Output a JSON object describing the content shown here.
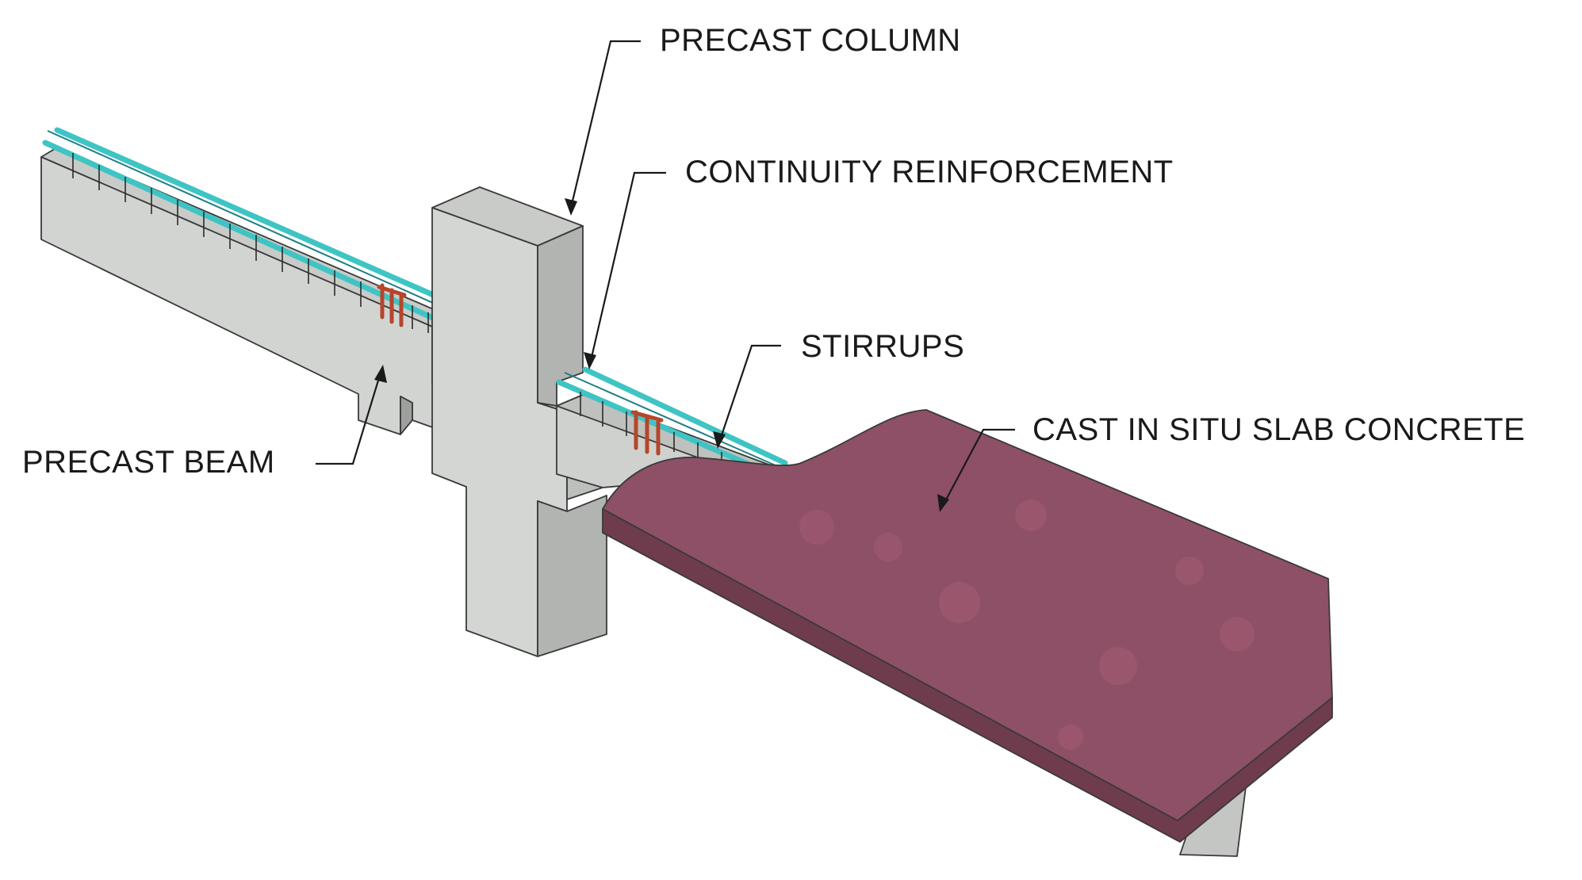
{
  "labels": {
    "precast_column": "PRECAST COLUMN",
    "continuity_reinforcement": "CONTINUITY REINFORCEMENT",
    "stirrups": "STIRRUPS",
    "cast_in_situ_slab": "CAST IN SITU SLAB CONCRETE",
    "precast_beam": "PRECAST BEAM"
  },
  "colors": {
    "concrete_light": "#d2d4d1",
    "concrete_mid": "#b9bbb8",
    "concrete_dark": "#a3a5a2",
    "slab_top": "#8e5066",
    "slab_edge": "#6f3c4d",
    "rebar": "#3fc4c4",
    "stirrup_red": "#b5462a"
  }
}
